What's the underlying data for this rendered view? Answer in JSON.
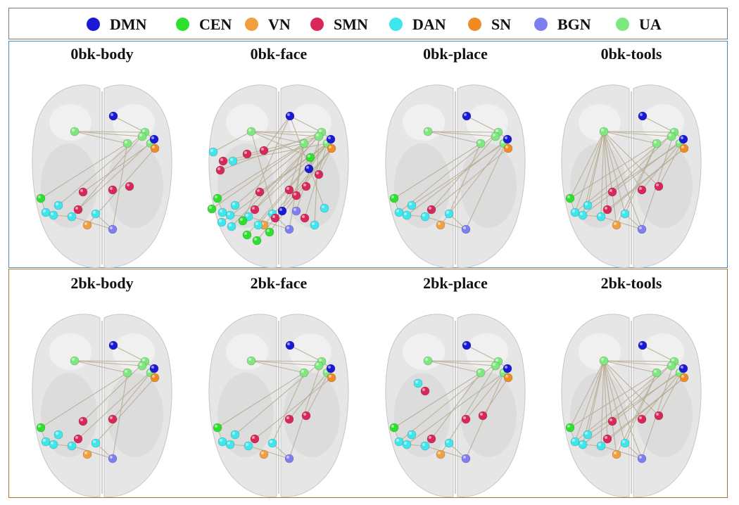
{
  "legend": [
    {
      "label": "DMN",
      "color": "#1a1ad6"
    },
    {
      "label": "CEN",
      "color": "#2ee02e"
    },
    {
      "label": "VN",
      "color": "#f0a040"
    },
    {
      "label": "SMN",
      "color": "#d8285a"
    },
    {
      "label": "DAN",
      "color": "#3ee6ee"
    },
    {
      "label": "SN",
      "color": "#f08a24"
    },
    {
      "label": "BGN",
      "color": "#7e7ef0"
    },
    {
      "label": "UA",
      "color": "#7ee87e"
    }
  ],
  "panels": [
    {
      "title": "0bk-body"
    },
    {
      "title": "0bk-face"
    },
    {
      "title": "0bk-place"
    },
    {
      "title": "0bk-tools"
    },
    {
      "title": "2bk-body"
    },
    {
      "title": "2bk-face"
    },
    {
      "title": "2bk-place"
    },
    {
      "title": "2bk-tools"
    }
  ]
}
